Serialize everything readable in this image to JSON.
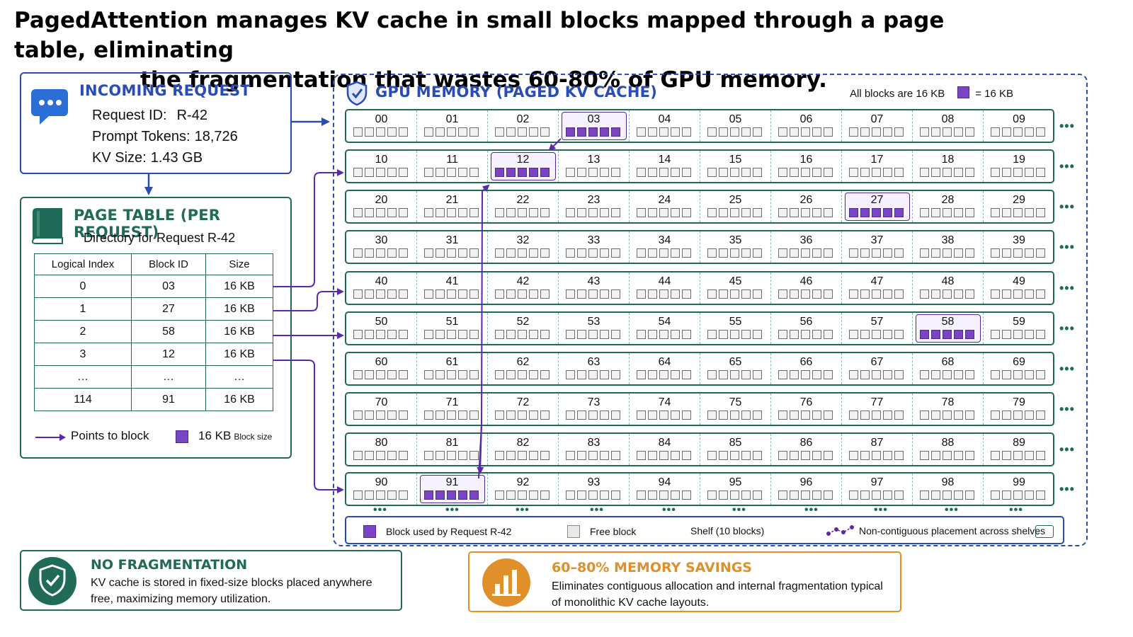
{
  "headline": {
    "line1": "PagedAttention manages KV cache in small blocks mapped through a page table, eliminating",
    "line2": "the fragmentation that wastes 60-80% of GPU memory."
  },
  "request": {
    "title": "INCOMING REQUEST",
    "fields": [
      {
        "key": "Request ID:",
        "value": "R-42"
      },
      {
        "key": "Prompt Tokens:",
        "value": "18,726"
      },
      {
        "key": "KV Size:",
        "value": "1.43 GB"
      }
    ]
  },
  "page_table": {
    "title": "PAGE TABLE (PER REQUEST)",
    "subtitle": "Directory for Request R-42",
    "columns": [
      "Logical Index",
      "Block ID",
      "Size"
    ],
    "rows": [
      [
        "0",
        "03",
        "16 KB"
      ],
      [
        "1",
        "27",
        "16 KB"
      ],
      [
        "2",
        "58",
        "16 KB"
      ],
      [
        "3",
        "12",
        "16 KB"
      ],
      [
        "…",
        "…",
        "…"
      ],
      [
        "114",
        "91",
        "16 KB"
      ]
    ],
    "legend_points": "Points to block",
    "legend_size": "16 KB",
    "legend_size_small": "Block size"
  },
  "gpu": {
    "title": "GPU MEMORY (PAGED KV CACHE)",
    "note": "All blocks are 16 KB",
    "note_unit": "= 16 KB",
    "used_blocks": [
      "03",
      "12",
      "27",
      "58",
      "91"
    ],
    "shelf_count": 10,
    "blocks_per_shelf": 10,
    "ellipsis": "•••",
    "legend": {
      "used": "Block used by Request R-42",
      "free": "Free block",
      "shelf": "Shelf (10 blocks)",
      "noncontig": "Non-contiguous placement across shelves"
    }
  },
  "callouts": {
    "no_frag_title": "NO FRAGMENTATION",
    "no_frag_text": "KV cache is stored in fixed-size blocks placed anywhere free, maximizing memory utilization.",
    "savings_title": "60–80% MEMORY SAVINGS",
    "savings_text": "Eliminates contiguous allocation and internal fragmentation typical of monolithic KV cache layouts."
  },
  "colors": {
    "used": "#7a44c4",
    "shelf_border": "#1f6b58",
    "accent_blue": "#2a4db3",
    "accent_orange": "#e0902a"
  }
}
